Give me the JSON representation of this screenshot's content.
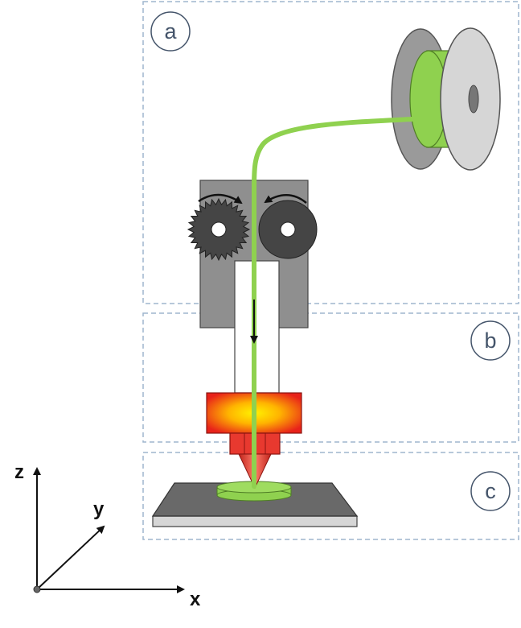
{
  "sections": [
    {
      "id": "a",
      "label": "a"
    },
    {
      "id": "b",
      "label": "b"
    },
    {
      "id": "c",
      "label": "c"
    }
  ],
  "axes": {
    "z_label": "z",
    "y_label": "y",
    "x_label": "x"
  },
  "colors": {
    "filament": "#8fd14f",
    "spool_body": "#d6d6d6",
    "spool_dark": "#8c8c8c",
    "housing": "#8f8f8f",
    "gear": "#454545",
    "heater_outer": "#e8221a",
    "heater_inner": "#fff200",
    "nozzle": "#e8392f",
    "bed_top": "#696969",
    "bed_base": "#d6d6d6",
    "section_border": "#9fb6cd"
  }
}
